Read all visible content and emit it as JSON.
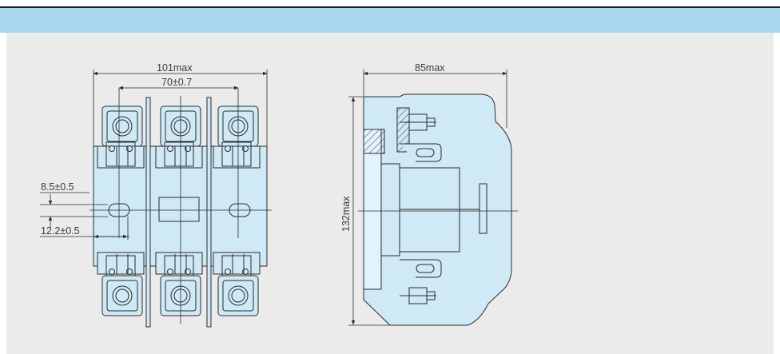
{
  "colors": {
    "header_band": "#a9d8ef",
    "panel_background": "#ebebeb",
    "part_fill": "#cfe9f6",
    "line": "#2b2b2b"
  },
  "front_view": {
    "overall_width": "101max",
    "terminal_pitch": "70±0.7",
    "mount_hole_height": "8.5±0.5",
    "mount_hole_offset": "12.2±0.5"
  },
  "side_view": {
    "depth": "85max",
    "height": "132max"
  }
}
